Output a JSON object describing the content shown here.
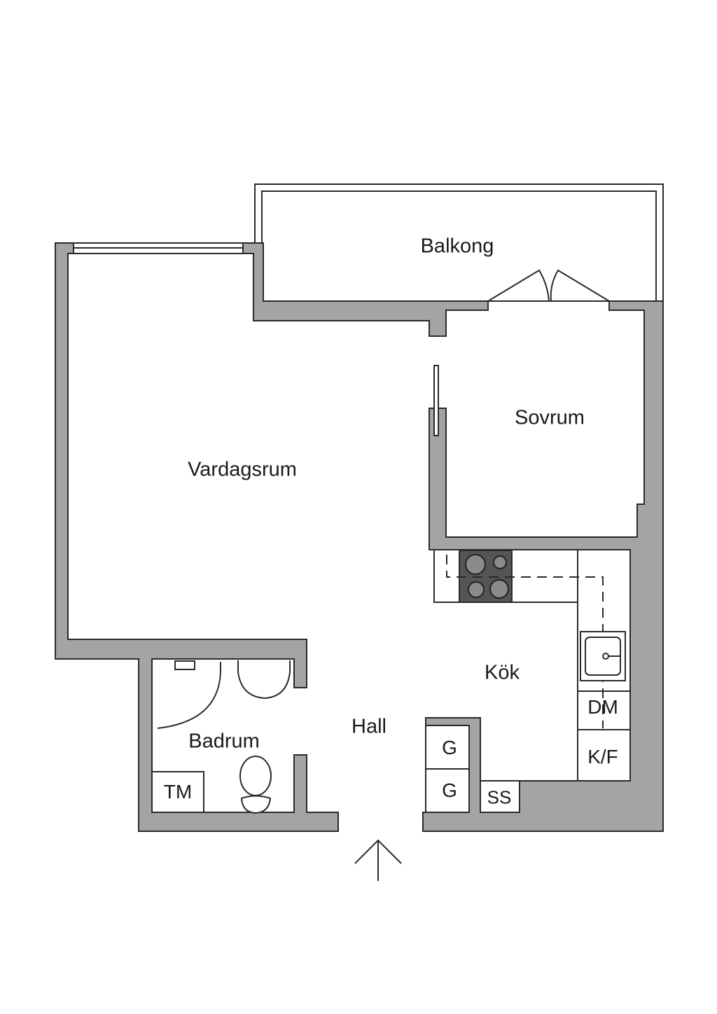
{
  "rooms": {
    "balkong": "Balkong",
    "sovrum": "Sovrum",
    "vardagsrum": "Vardagsrum",
    "kok": "Kök",
    "hall": "Hall",
    "badrum": "Badrum"
  },
  "fixtures": {
    "tm": "TM",
    "g1": "G",
    "g2": "G",
    "dm": "DM",
    "kf": "K/F",
    "ss": "SS"
  },
  "colors": {
    "wall": "#a4a4a4",
    "stove": "#555555",
    "line": "#2a2a2a"
  }
}
